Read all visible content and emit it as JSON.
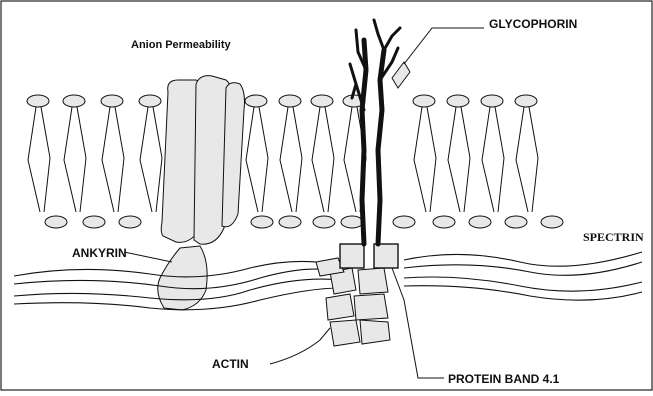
{
  "labels": {
    "anion_permeability": "Anion Permeability",
    "glycophorin": "GLYCOPHORIN",
    "ankyrin": "ANKYRIN",
    "spectrin": "SPECTRIN",
    "actin": "ACTIN",
    "protein_band_41": "PROTEIN  BAND 4.1"
  },
  "colors": {
    "line": "#111111",
    "fill": "#e8e8e8",
    "background": "#ffffff"
  }
}
